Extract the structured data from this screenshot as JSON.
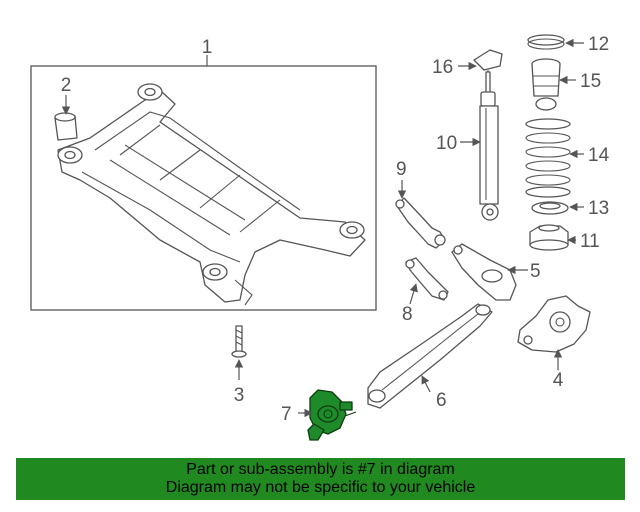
{
  "callouts": [
    "1",
    "2",
    "3",
    "4",
    "5",
    "6",
    "7",
    "8",
    "9",
    "10",
    "11",
    "12",
    "13",
    "14",
    "15",
    "16"
  ],
  "highlighted_part": "7",
  "banner": {
    "line1": "Part or sub-assembly is #7 in diagram",
    "line2": "Diagram may not be specific to your vehicle"
  },
  "colors": {
    "banner": "#208a20",
    "highlight": "#1f8a2a",
    "lines": "#555555"
  }
}
